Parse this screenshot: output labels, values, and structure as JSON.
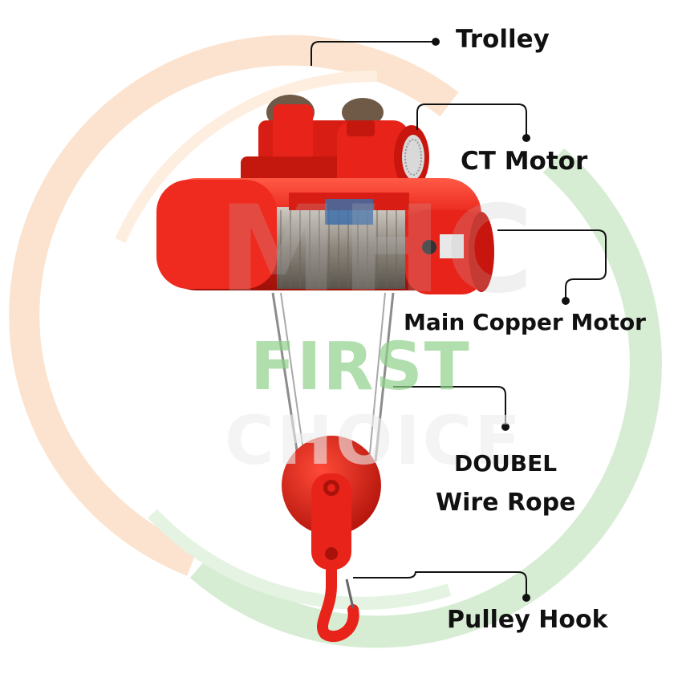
{
  "labels": {
    "trolley": "Trolley",
    "ct_motor": "CT Motor",
    "main_motor": "Main Copper Motor",
    "rope_line1": "DOUBEL",
    "rope_line2": "Wire Rope",
    "hook": "Pulley Hook"
  },
  "watermark": {
    "brand": "MHC",
    "line1": "FIRST",
    "line2": "CHOICE"
  },
  "colors": {
    "hoist_red": "#e8231a",
    "ring_orange": "#fbe3cf",
    "ring_green": "#d6edd3",
    "wire": "#8c8c8c",
    "leader": "#111111"
  }
}
